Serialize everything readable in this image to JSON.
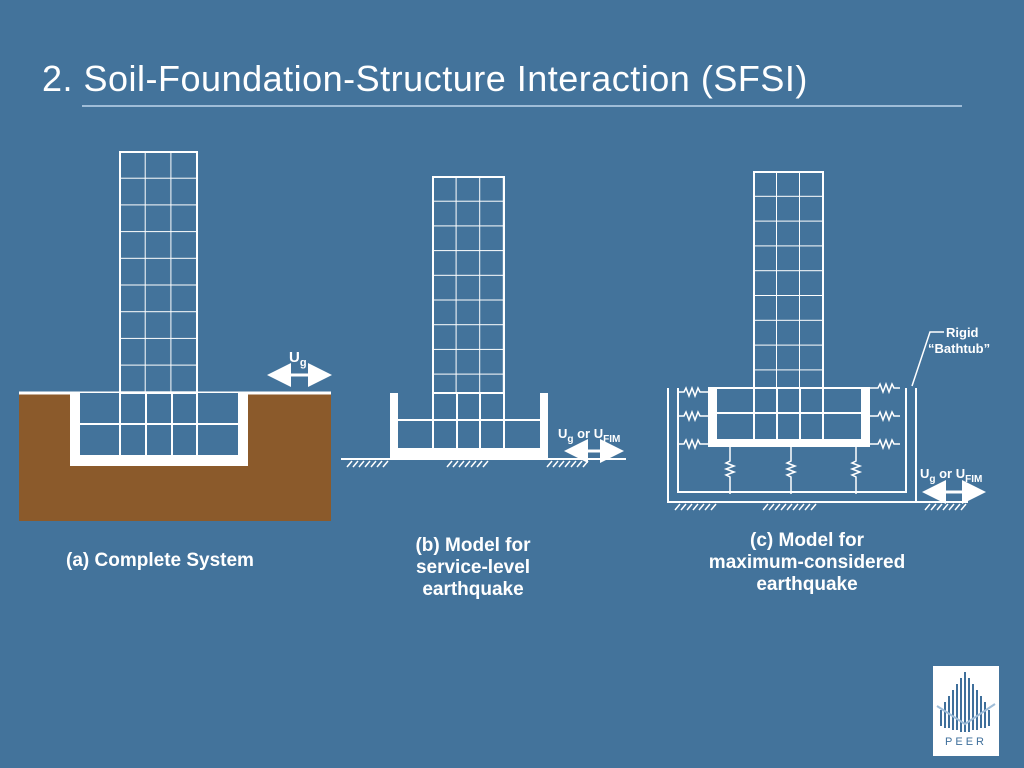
{
  "slide": {
    "title": "2. Soil-Foundation-Structure Interaction (SFSI)"
  },
  "panels": {
    "a": {
      "caption": "(a) Complete System",
      "input_main": "U",
      "input_sub": "g"
    },
    "b": {
      "caption_line1": "(b) Model for",
      "caption_line2": "service-level",
      "caption_line3": "earthquake",
      "input_u": "U",
      "input_g": "g",
      "input_or": " or U",
      "input_fim": "FIM"
    },
    "c": {
      "caption_line1": "(c) Model for",
      "caption_line2": "maximum-considered",
      "caption_line3": "earthquake",
      "rigid_line1": "Rigid",
      "rigid_line2": "“Bathtub”",
      "input_u": "U",
      "input_g": "g",
      "input_or": " or U",
      "input_fim": "FIM"
    }
  },
  "logo": {
    "text": "PEER"
  },
  "colors": {
    "background": "#43739b",
    "soil": "#8b5a2b",
    "lines": "#ffffff"
  }
}
